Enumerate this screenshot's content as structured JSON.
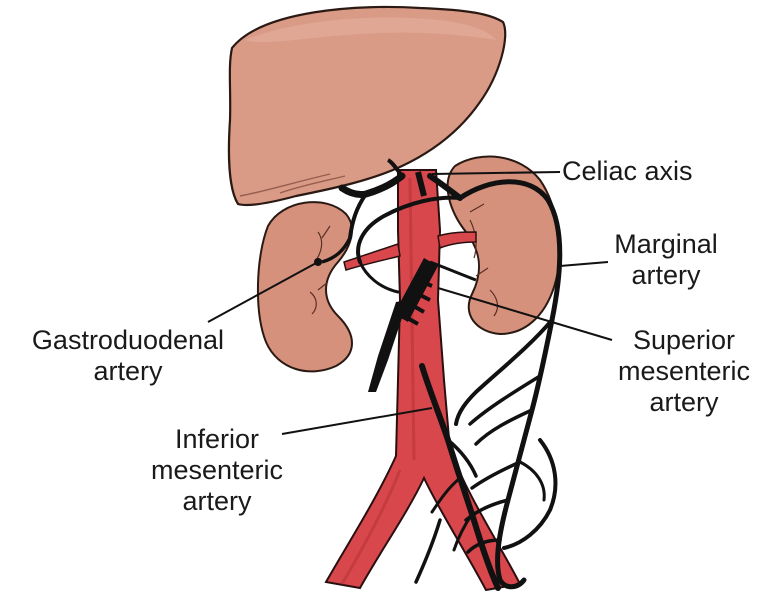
{
  "colors": {
    "liver": "#d99a86",
    "kidney": "#d5917c",
    "aorta": "#d8474c",
    "aorta_dark": "#b73338",
    "vessel_ink": "#111111"
  },
  "labels": {
    "celiac": "Celiac axis",
    "marginal": [
      "Marginal",
      "artery"
    ],
    "gastroduodenal": [
      "Gastroduodenal",
      "artery"
    ],
    "superior": [
      "Superior",
      "mesenteric",
      "artery"
    ],
    "inferior": [
      "Inferior",
      "mesenteric",
      "artery"
    ]
  }
}
